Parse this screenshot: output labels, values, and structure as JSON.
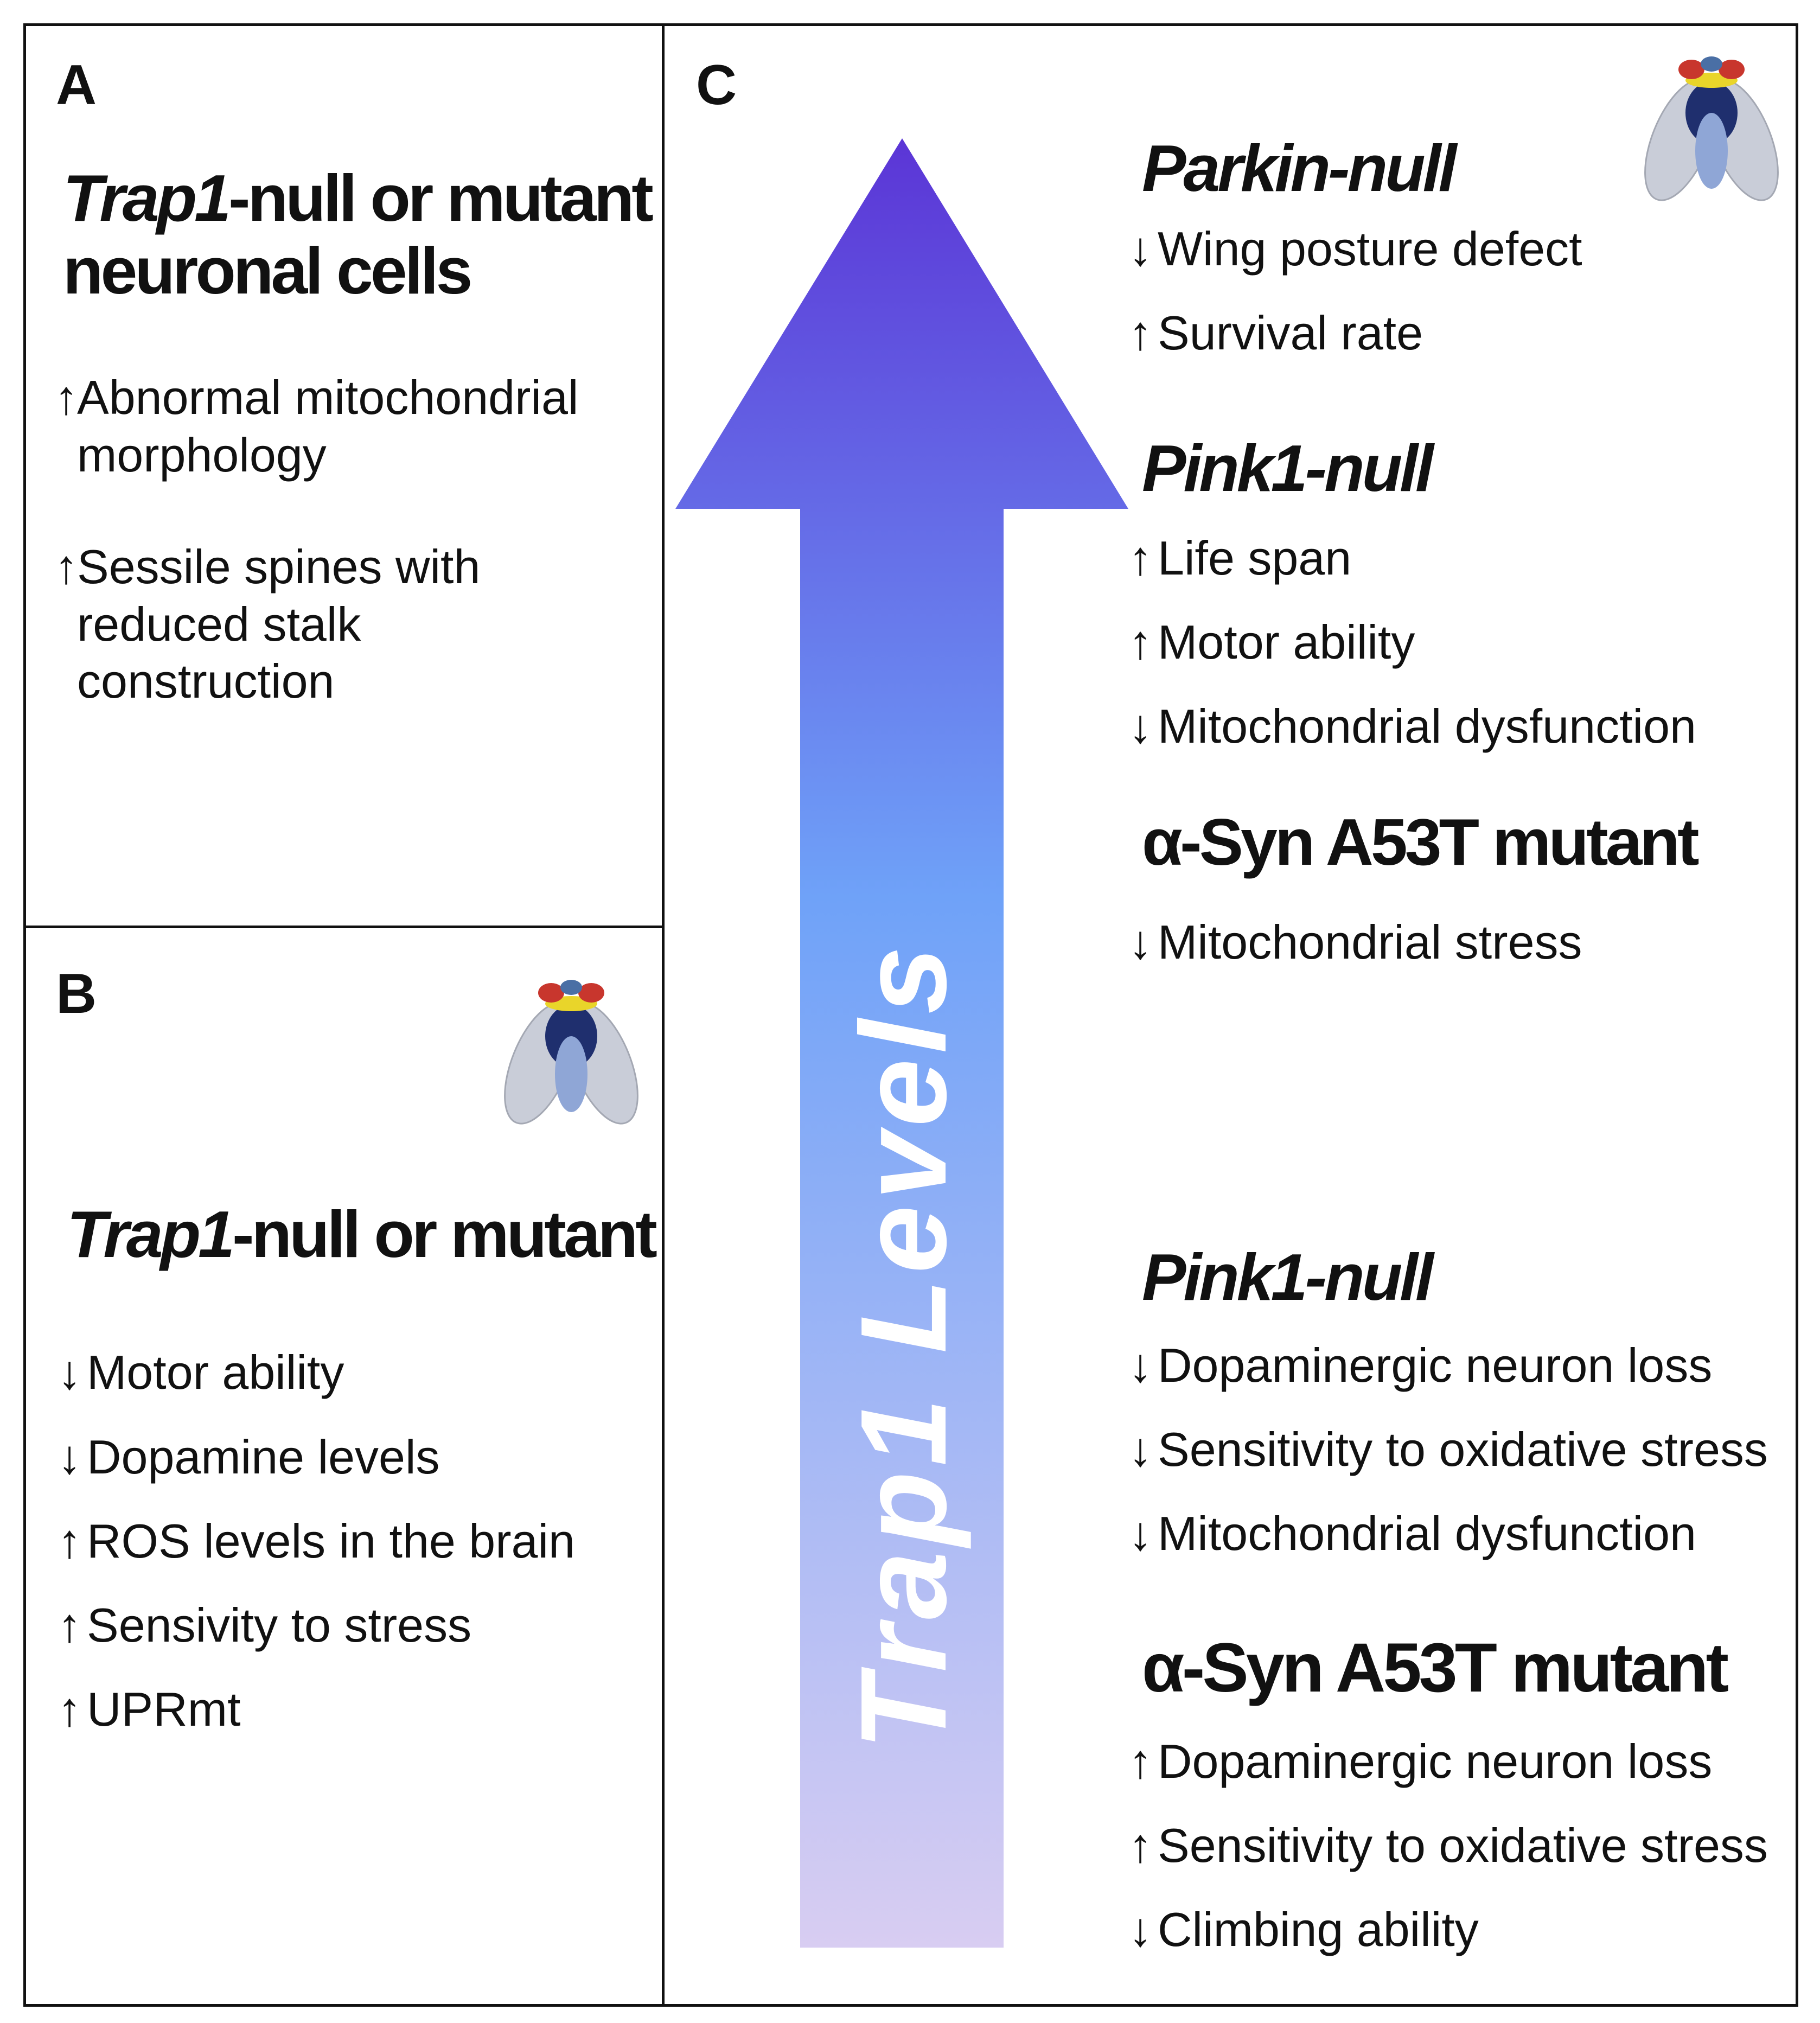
{
  "panel_a": {
    "letter": "A",
    "title_italic": "Trap1",
    "title_line1_rest": "-null or mutant",
    "title_line2": "neuronal cells",
    "items": [
      {
        "dir": "up",
        "lines": [
          "Abnormal mitochondrial",
          "morphology"
        ]
      },
      {
        "dir": "up",
        "lines": [
          "Sessile spines with",
          "reduced stalk",
          "construction"
        ]
      }
    ]
  },
  "panel_b": {
    "letter": "B",
    "title_italic": "Trap1",
    "title_rest": "-null or mutant",
    "items": [
      {
        "dir": "down",
        "text": "Motor ability"
      },
      {
        "dir": "down",
        "text": "Dopamine levels"
      },
      {
        "dir": "up",
        "text": "ROS levels in the brain"
      },
      {
        "dir": "up",
        "text": "Sensivity to stress"
      },
      {
        "dir": "up",
        "text": "UPRmt"
      }
    ]
  },
  "panel_c": {
    "letter": "C",
    "arrow_label": "Trap1 Levels",
    "groups": [
      {
        "title": "Parkin-null",
        "italic": true,
        "items": [
          {
            "dir": "down",
            "text": "Wing posture defect"
          },
          {
            "dir": "up",
            "text": "Survival rate"
          }
        ]
      },
      {
        "title": "Pink1-null",
        "italic": true,
        "items": [
          {
            "dir": "up",
            "text": "Life span"
          },
          {
            "dir": "up",
            "text": "Motor ability"
          },
          {
            "dir": "down",
            "text": "Mitochondrial dysfunction"
          }
        ]
      },
      {
        "title": "α-Syn A53T mutant",
        "italic": false,
        "items": [
          {
            "dir": "down",
            "text": "Mitochondrial stress"
          }
        ]
      },
      {
        "title": "Pink1-null",
        "italic": true,
        "items": [
          {
            "dir": "down",
            "text": "Dopaminergic neuron loss"
          },
          {
            "dir": "down",
            "text": "Sensitivity to oxidative stress"
          },
          {
            "dir": "down",
            "text": "Mitochondrial dysfunction"
          }
        ]
      },
      {
        "title": "α-Syn A53T mutant",
        "italic": false,
        "items": [
          {
            "dir": "up",
            "text": "Dopaminergic neuron loss"
          },
          {
            "dir": "up",
            "text": "Sensitivity to oxidative stress"
          },
          {
            "dir": "down",
            "text": "Climbing ability"
          }
        ]
      }
    ]
  },
  "arrow_glyphs": {
    "up": "↑",
    "down": "↓"
  },
  "colors": {
    "border": "#111111",
    "arrow_top": "#5b35d6",
    "arrow_mid": "#6fa2f8",
    "arrow_bottom": "#d8cdf2",
    "arrow_text": "#ffffff",
    "fly_eye": "#c8362d",
    "fly_thorax_band": "#e9d52a",
    "fly_body": "#1f2f6e",
    "fly_wing": "#c9cdd8"
  },
  "icons": [
    "fruit-fly-icon",
    "up-arrow-icon",
    "down-arrow-icon"
  ]
}
